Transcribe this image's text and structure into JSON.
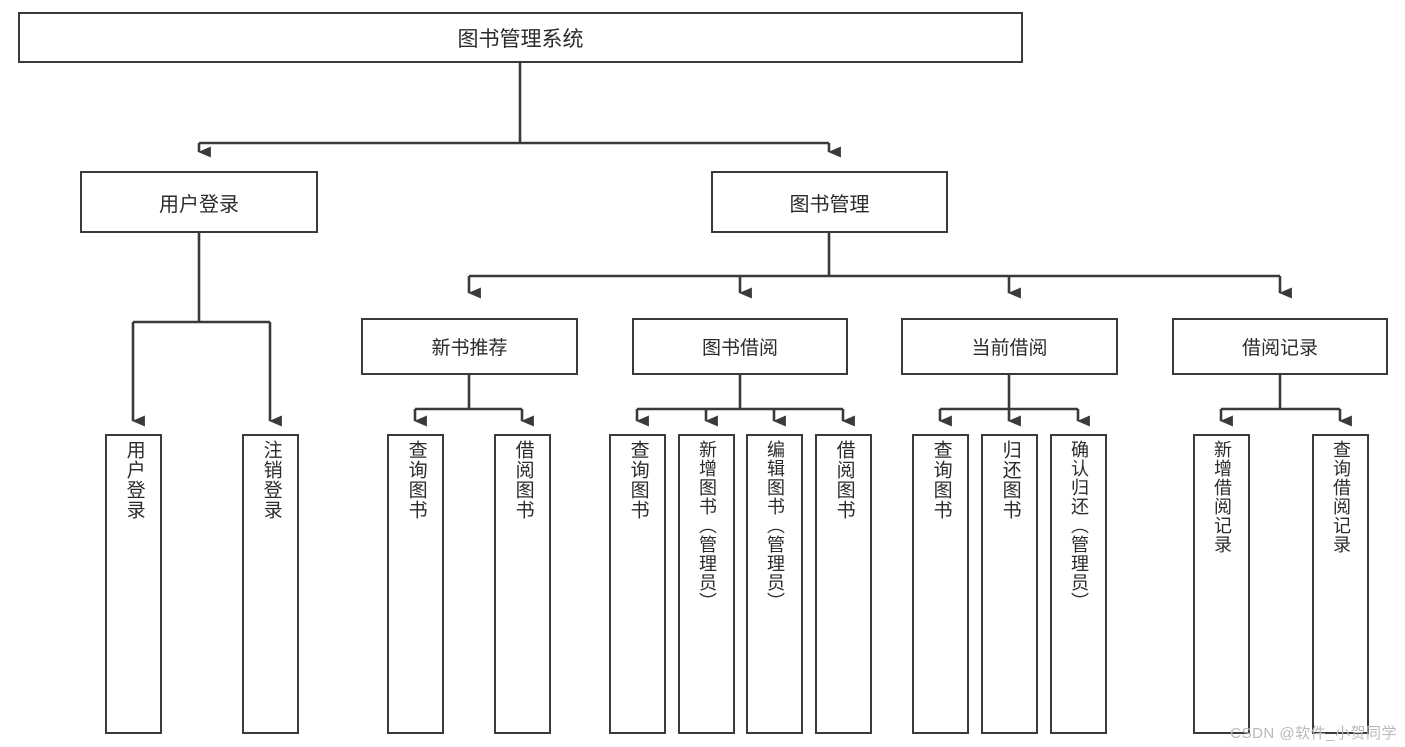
{
  "diagram": {
    "title": "图书管理系统",
    "type": "tree-hierarchy-chart",
    "watermark": "CSDN @软件_小贺同学",
    "colors": {
      "background": "#ffffff",
      "box_border": "#3a3a3a",
      "box_fill": "#ffffff",
      "connector": "#3a3a3a",
      "text": "#2b2b2b",
      "watermark": "#b9b9b9"
    },
    "root": {
      "label": "图书管理系统"
    },
    "level2": [
      {
        "label": "用户登录"
      },
      {
        "label": "图书管理"
      }
    ],
    "level3": [
      {
        "label": "新书推荐"
      },
      {
        "label": "图书借阅"
      },
      {
        "label": "当前借阅"
      },
      {
        "label": "借阅记录"
      }
    ],
    "leaves": {
      "user_login": [
        {
          "label": "用户登录"
        },
        {
          "label": "注销登录"
        }
      ],
      "new_book_recommend": [
        {
          "label": "查询图书"
        },
        {
          "label": "借阅图书"
        }
      ],
      "book_borrow": [
        {
          "label": "查询图书"
        },
        {
          "label": "新增图书（管理员）"
        },
        {
          "label": "编辑图书（管理员）"
        },
        {
          "label": "借阅图书"
        }
      ],
      "current_borrow": [
        {
          "label": "查询图书"
        },
        {
          "label": "归还图书"
        },
        {
          "label": "确认归还（管理员）"
        }
      ],
      "borrow_record": [
        {
          "label": "新增借阅记录"
        },
        {
          "label": "查询借阅记录"
        }
      ]
    }
  }
}
